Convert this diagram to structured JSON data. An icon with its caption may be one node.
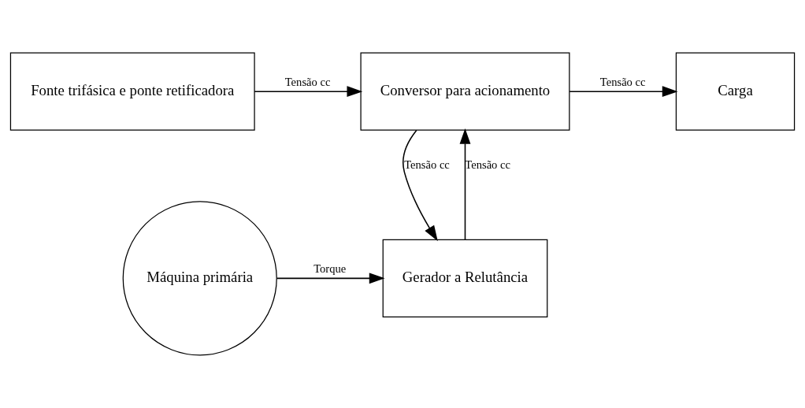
{
  "diagram": {
    "nodes": [
      {
        "text": [
          "Fonte trifásica e ponte retificadora"
        ]
      },
      {
        "text": [
          "Conversor para acionamento"
        ]
      },
      {
        "text": [
          "Carga"
        ]
      },
      {
        "text": [
          "Máquina primária"
        ]
      },
      {
        "text": [
          "Gerador a Relutância"
        ]
      }
    ],
    "edges": [
      {
        "from": 0,
        "to": 1,
        "arrow": "to",
        "label": "Tensão cc"
      },
      {
        "from": 1,
        "to": 2,
        "arrow": "to",
        "label": "Tensão cc"
      },
      {
        "from": 1,
        "to": 4,
        "arrow": "to",
        "label": "Tensão cc"
      },
      {
        "from": 4,
        "to": 1,
        "arrow": "to",
        "label": "Tensão cc"
      },
      {
        "from": 3,
        "to": 4,
        "arrow": "to",
        "label": "Torque"
      }
    ]
  }
}
